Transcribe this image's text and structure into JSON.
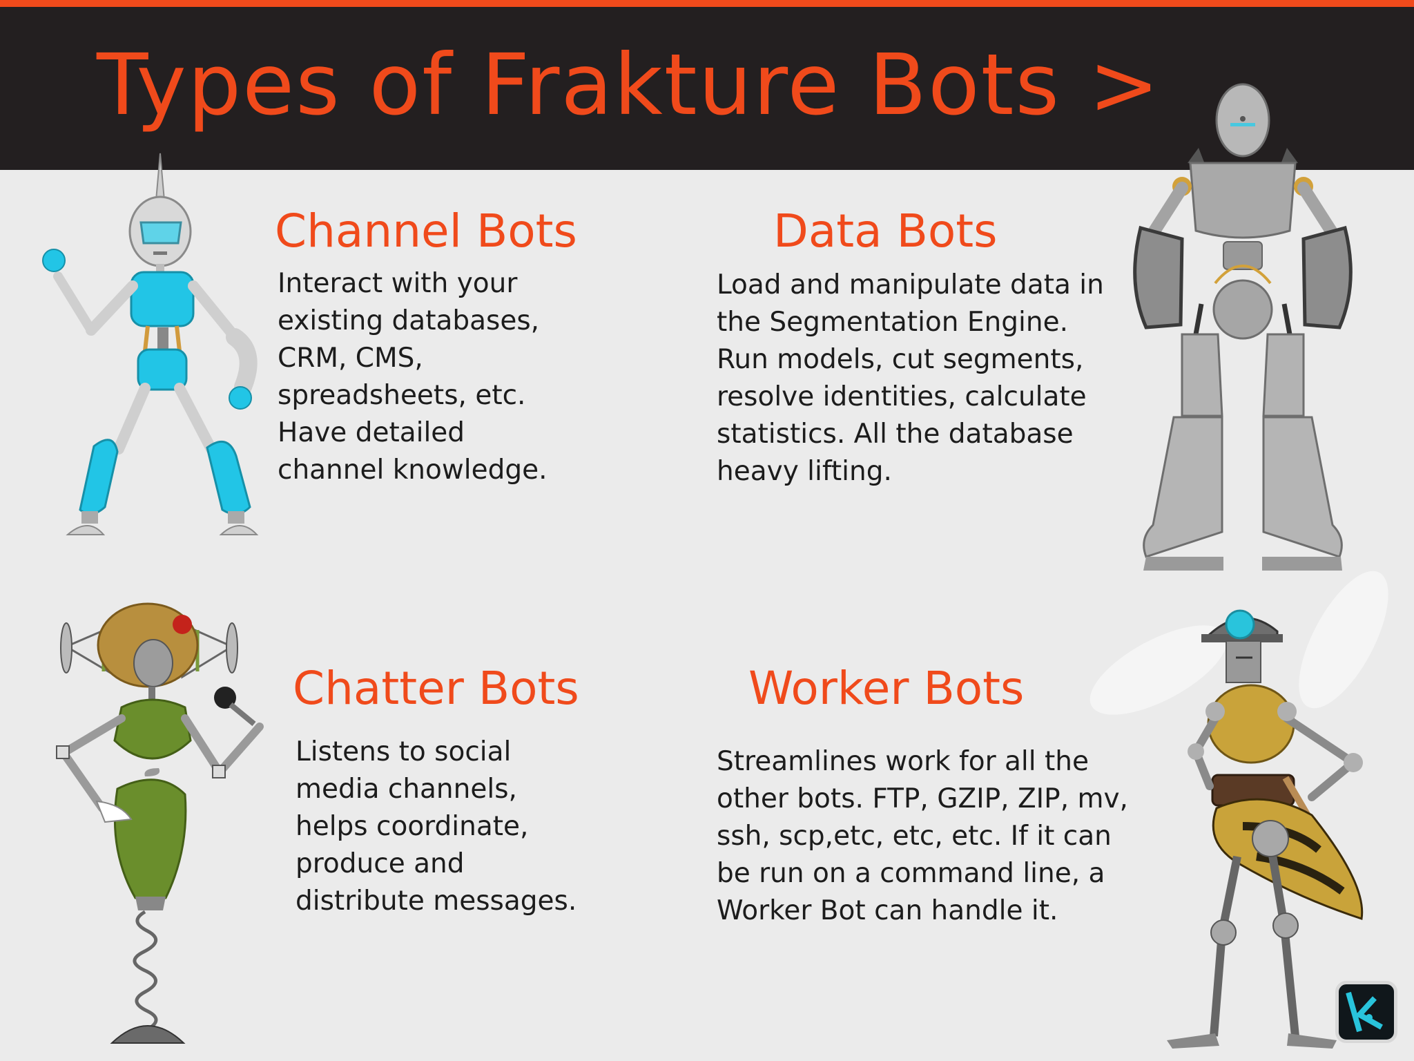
{
  "header": {
    "title": "Types of Frakture Bots >"
  },
  "bots": [
    {
      "title": "Channel Bots",
      "lines": [
        "Interact with your",
        "existing databases,",
        "CRM, CMS,",
        "spreadsheets, etc.",
        "Have detailed",
        "channel knowledge."
      ]
    },
    {
      "title": "Data Bots",
      "lines": [
        "Load and manipulate data in",
        "the Segmentation Engine.",
        "Run models, cut segments,",
        "resolve identities, calculate",
        "statistics. All the database",
        "heavy lifting."
      ]
    },
    {
      "title": "Chatter Bots",
      "lines": [
        "Listens to social",
        "media channels,",
        "helps coordinate,",
        "produce and",
        "distribute messages."
      ]
    },
    {
      "title": "Worker Bots",
      "lines": [
        "Streamlines work for all the",
        "other bots. FTP, GZIP, ZIP, mv,",
        "ssh, scp,etc, etc, etc. If it can",
        "be run on a command line, a",
        "Worker Bot can handle it."
      ]
    }
  ],
  "colors": {
    "accent": "#f04a1b",
    "header_bg": "#231f20",
    "page_bg": "#ebebeb",
    "text": "#1c1c1c",
    "logo_cyan": "#29c4dc"
  },
  "icons": [
    "channel-bot-robot",
    "data-bot-robot",
    "chatter-bot-robot",
    "worker-bot-robot",
    "frakture-logo"
  ]
}
